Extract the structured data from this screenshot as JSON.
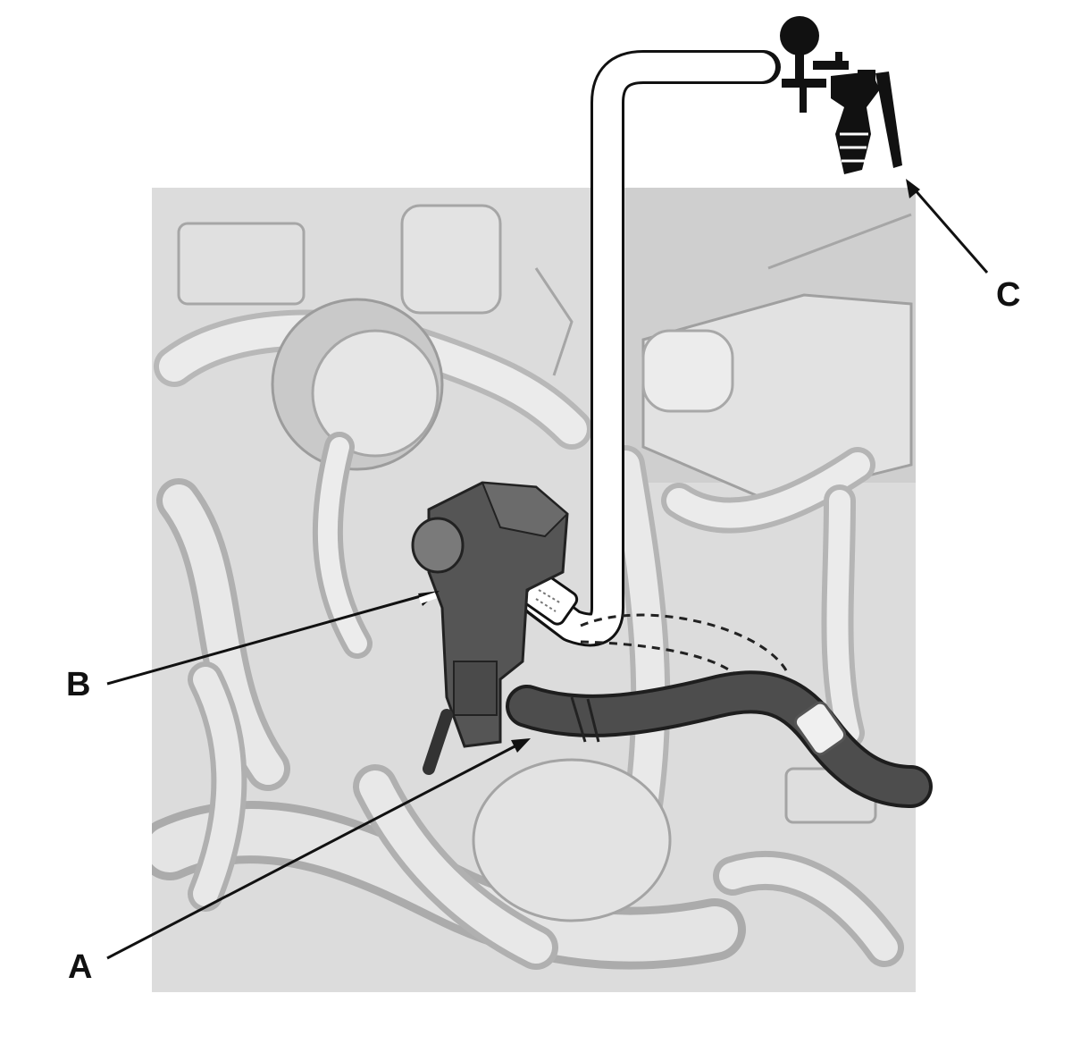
{
  "callouts": {
    "a": {
      "label": "A",
      "part": "hose"
    },
    "b": {
      "label": "B",
      "part": "valve-solenoid"
    },
    "c": {
      "label": "C",
      "part": "vacuum-pump-gauge"
    }
  },
  "colors": {
    "engine_background": "#d9d9d9",
    "engine_lines": "#9a9a9a",
    "highlight_part": "#4a4a4a",
    "tool_tube": "#ffffff",
    "outline": "#111111"
  }
}
